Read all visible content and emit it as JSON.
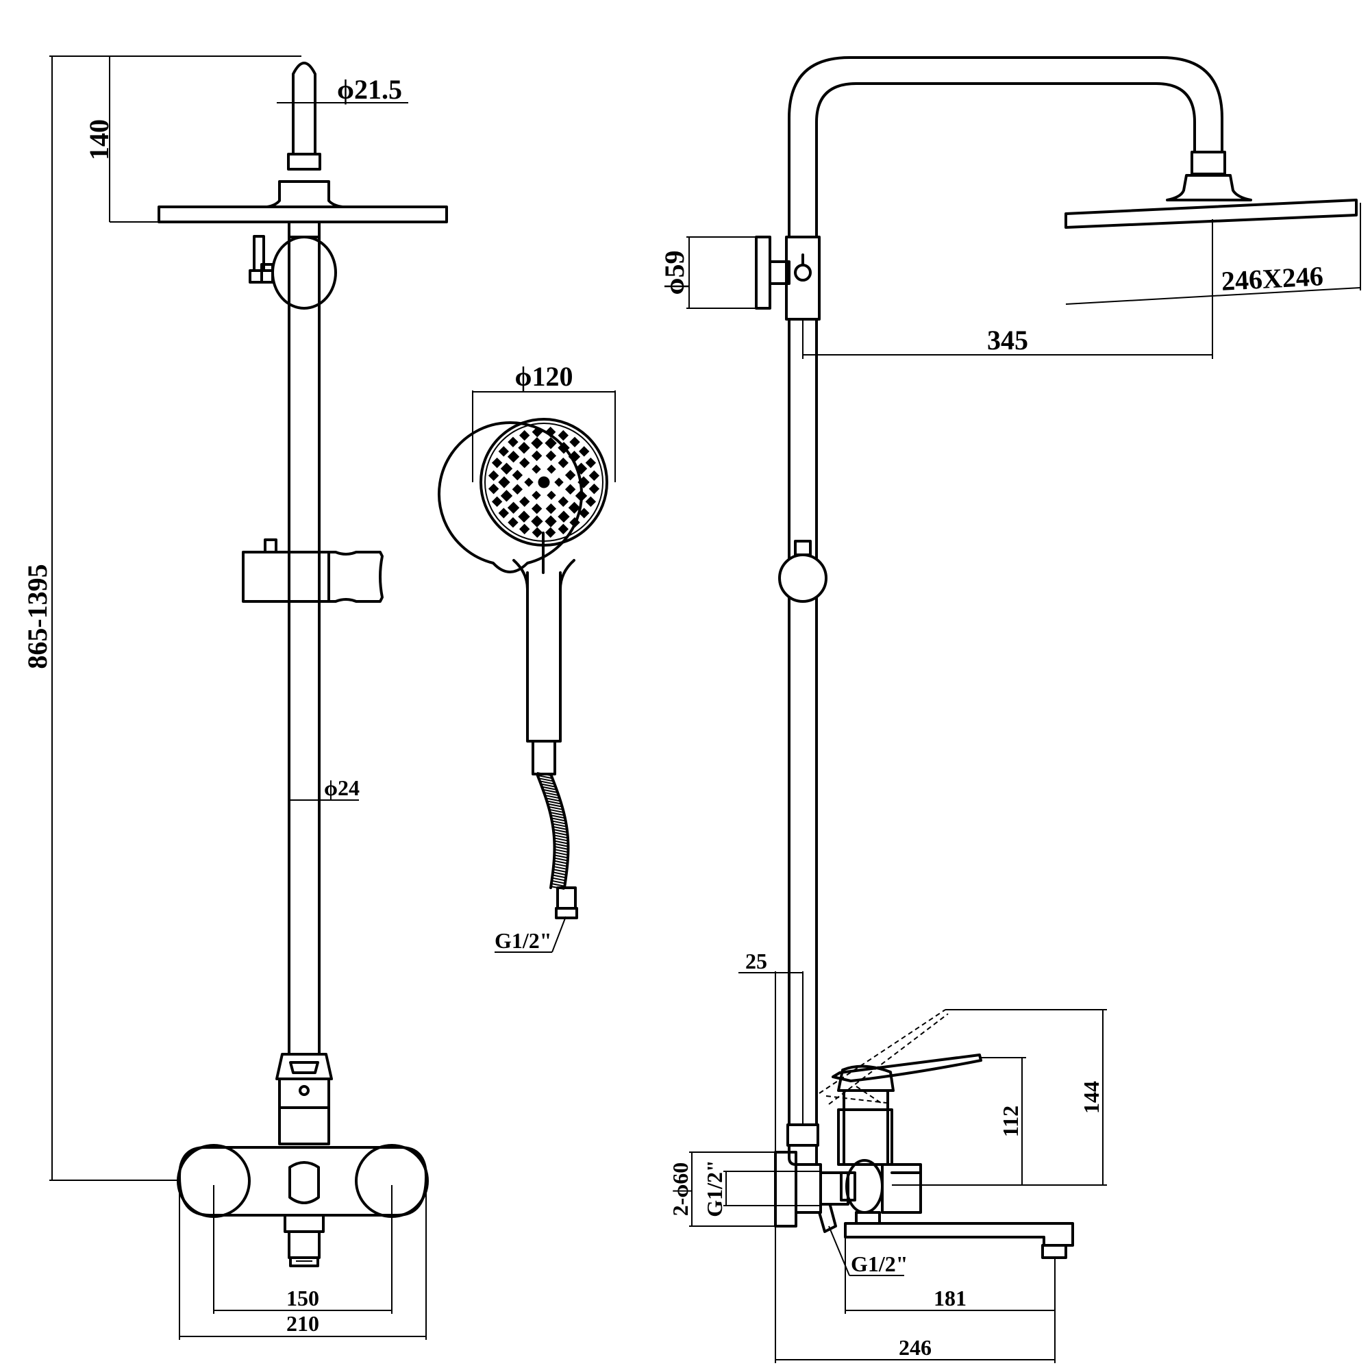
{
  "drawing": {
    "front_view": {
      "dim_overall_height": "865-1395",
      "dim_head_drop": "140",
      "dim_arm_diameter": "ϕ21.5",
      "dim_riser_diameter": "ϕ24",
      "dim_outlet_centers": "150",
      "dim_body_width": "210"
    },
    "hand_shower": {
      "dim_head_diameter": "ϕ120",
      "hose_connection": "G1/2\""
    },
    "side_view": {
      "dim_wall_flange": "ϕ59",
      "dim_rain_head": "246X246",
      "dim_arm_projection": "345",
      "dim_riser_offset": "25",
      "dim_lever_height": "112",
      "dim_lever_open_height": "144",
      "dim_inlets": "2-ϕ60",
      "inlet_thread": "G1/2\"",
      "outlet_thread": "G1/2\"",
      "dim_spout": "181",
      "dim_total_projection": "246"
    }
  }
}
